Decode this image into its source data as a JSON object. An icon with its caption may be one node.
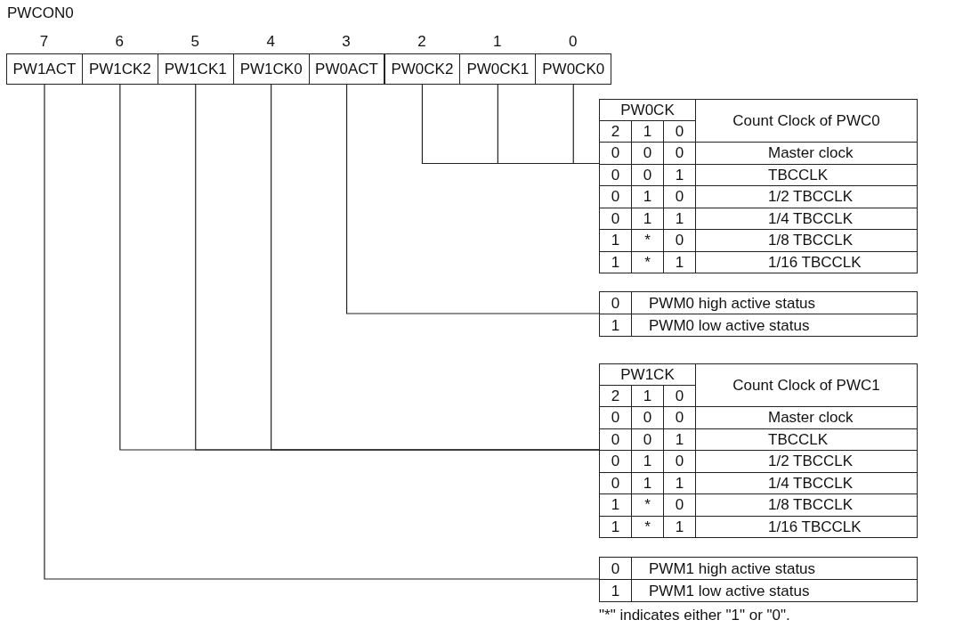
{
  "diagram": {
    "title": "PWCON0",
    "nodes": [
      {
        "text": [
          "PW1ACT"
        ]
      },
      {
        "text": [
          "PW1CK2"
        ]
      },
      {
        "text": [
          "PW1CK1"
        ]
      },
      {
        "text": [
          "PW1CK0"
        ]
      },
      {
        "text": [
          "PW0ACT"
        ]
      },
      {
        "text": [
          "PW0CK2"
        ]
      },
      {
        "text": [
          "PW0CK1"
        ]
      },
      {
        "text": [
          "PW0CK0"
        ]
      },
      {
        "text": [
          "PW0CK",
          "Count Clock of PWC0",
          "2",
          "1",
          "0",
          "0",
          "0",
          "0",
          "Master clock",
          "0",
          "0",
          "1",
          "TBCCLK",
          "0",
          "1",
          "0",
          "1/2 TBCCLK",
          "0",
          "1",
          "1",
          "1/4 TBCCLK",
          "1",
          "*",
          "0",
          "1/8 TBCCLK",
          "1",
          "*",
          "1",
          "1/16 TBCCLK"
        ]
      },
      {
        "text": [
          "0",
          "PWM0 high active status",
          "1",
          "PWM0 low active status"
        ]
      },
      {
        "text": [
          "PW1CK",
          "Count Clock of PWC1",
          "2",
          "1",
          "0",
          "0",
          "0",
          "0",
          "Master clock",
          "0",
          "0",
          "1",
          "TBCCLK",
          "0",
          "1",
          "0",
          "1/2 TBCCLK",
          "0",
          "1",
          "1",
          "1/4 TBCCLK",
          "1",
          "*",
          "0",
          "1/8 TBCCLK",
          "1",
          "*",
          "1",
          "1/16 TBCCLK"
        ]
      },
      {
        "text": [
          "0",
          "PWM1 high active status",
          "1",
          "PWM1 low active status"
        ]
      }
    ],
    "edges": [
      {
        "from": 5,
        "to": 8,
        "arrow": "none"
      },
      {
        "from": 6,
        "to": 8,
        "arrow": "none"
      },
      {
        "from": 7,
        "to": 8,
        "arrow": "none"
      },
      {
        "from": 4,
        "to": 9,
        "arrow": "none"
      },
      {
        "from": 1,
        "to": 10,
        "arrow": "none"
      },
      {
        "from": 2,
        "to": 10,
        "arrow": "none"
      },
      {
        "from": 3,
        "to": 10,
        "arrow": "none"
      },
      {
        "from": 0,
        "to": 11,
        "arrow": "none"
      }
    ],
    "labels": [
      "7",
      "6",
      "5",
      "4",
      "3",
      "2",
      "1",
      "0"
    ],
    "caption": "\"*\" indicates either \"1\" or \"0\"."
  }
}
